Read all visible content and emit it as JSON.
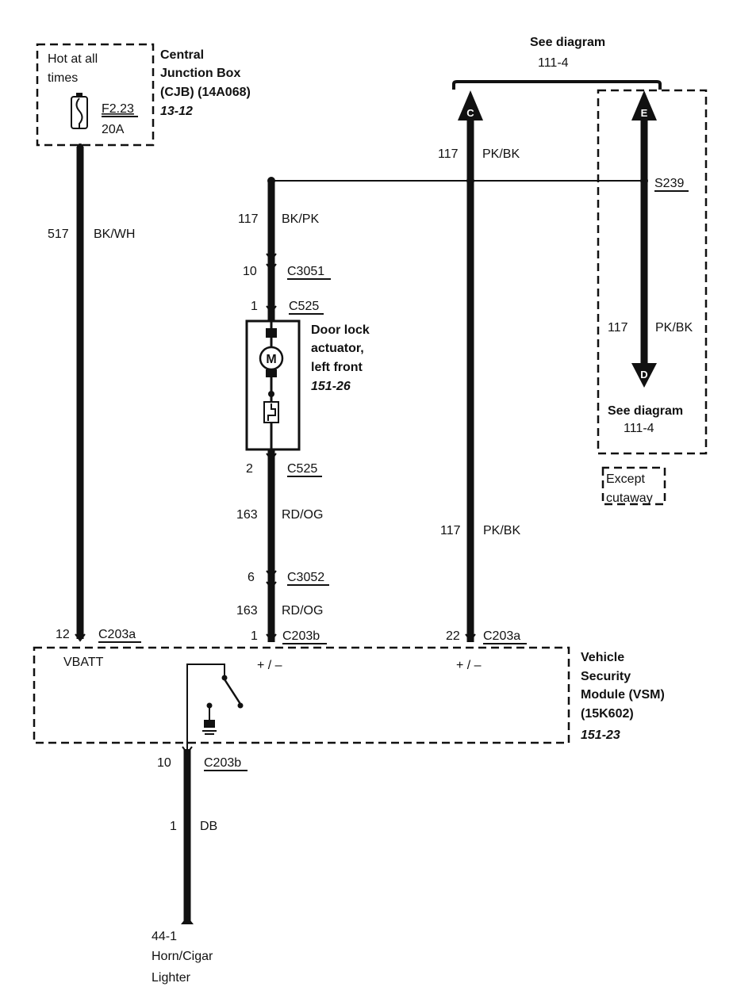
{
  "cjb": {
    "hot_l1": "Hot at all",
    "hot_l2": "times",
    "fuse_id": "F2.23",
    "fuse_amp": "20A",
    "title_l1": "Central",
    "title_l2": "Junction Box",
    "title_l3": "(CJB) (14A068)",
    "ref": "13-12"
  },
  "see_top": {
    "l1": "See diagram",
    "l2": "111-4"
  },
  "see_bottom": {
    "l1": "See diagram",
    "l2": "111-4"
  },
  "connectors": {
    "c": "C",
    "e": "E",
    "d": "D"
  },
  "except": {
    "l1": "Except",
    "l2": "cutaway"
  },
  "wires": {
    "w517": {
      "num": "517",
      "color": "BK/WH"
    },
    "w117_bkpk": {
      "num": "117",
      "color": "BK/PK"
    },
    "w117_top": {
      "num": "117",
      "color": "PK/BK"
    },
    "w117_right": {
      "num": "117",
      "color": "PK/BK"
    },
    "w117_mid": {
      "num": "117",
      "color": "PK/BK"
    },
    "w163_a": {
      "num": "163",
      "color": "RD/OG"
    },
    "w163_b": {
      "num": "163",
      "color": "RD/OG"
    },
    "w1_db": {
      "num": "1",
      "color": "DB"
    }
  },
  "splice": "S239",
  "pins": {
    "c3051": {
      "pin": "10",
      "name": "C3051"
    },
    "c525_1": {
      "pin": "1",
      "name": "C525"
    },
    "c525_2": {
      "pin": "2",
      "name": "C525"
    },
    "c3052": {
      "pin": "6",
      "name": "C3052"
    },
    "c203a_12": {
      "pin": "12",
      "name": "C203a"
    },
    "c203b_1": {
      "pin": "1",
      "name": "C203b"
    },
    "c203a_22": {
      "pin": "22",
      "name": "C203a"
    },
    "c203b_10": {
      "pin": "10",
      "name": "C203b"
    }
  },
  "actuator": {
    "l1": "Door lock",
    "l2": "actuator,",
    "l3": "left front",
    "ref": "151-26",
    "motor": "M"
  },
  "vsm": {
    "vbatt": "VBATT",
    "pm1": "+ / –",
    "pm2": "+ / –",
    "l1": "Vehicle",
    "l2": "Security",
    "l3": "Module (VSM)",
    "l4": "(15K602)",
    "ref": "151-23"
  },
  "horn": {
    "l1": "44-1",
    "l2": "Horn/Cigar",
    "l3": "Lighter"
  }
}
